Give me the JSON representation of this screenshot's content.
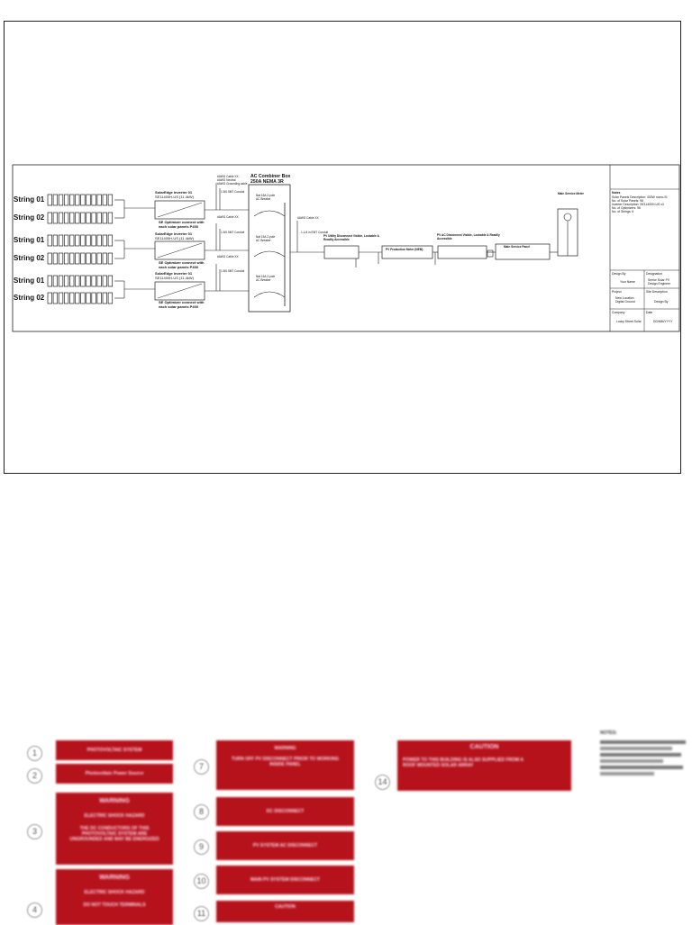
{
  "strings": [
    "String 01",
    "String 02",
    "String 01",
    "String 02",
    "String 01",
    "String 02"
  ],
  "ac_box": {
    "title": "AC Combiner Box",
    "subtitle": "250A NEMA 3R",
    "breaker": "Nat 15A 2-pole AC Breaker"
  },
  "inverters": [
    {
      "name": "SolarEdge Inverter 01",
      "model": "SE11400H-US (11.4kW)",
      "optimizer": "SE Optimizer connect with each solar panels P400"
    },
    {
      "name": "SolarEdge Inverter 01",
      "model": "SE11400H-US (11.4kW)",
      "optimizer": "SE Optimizer connect with each solar panels P400"
    },
    {
      "name": "SolarEdge Inverter 01",
      "model": "SE11400H-US (11.4kW)",
      "optimizer": "SE Optimizer connect with each solar panels P400"
    }
  ],
  "cable_notes": [
    "#AWG Cable XX",
    "#AWG Neutral",
    "#AWG Grounding cable",
    "1.5/0.5MT Conduit"
  ],
  "combiner_out": "1-1/4 in EMT Conduit",
  "pv_disconnect": "PV Utility Disconnect Visible, Lockable & Readily Accessible",
  "pv_meter": "PV Production Meter (NEM)",
  "pv_ac_disconnect": "PV AC Disconnect Visible, Lockable & Readily Accessible",
  "main_panel": "Main Service Panel",
  "main_meter": "Main Service Meter",
  "title_block": {
    "notes_label": "Notes",
    "notes": [
      "Solar Panels Description: 400W mono-Si",
      "No. of Solar Panels: 96",
      "Inverter Description: SE11400H-US x3",
      "No. of Optimizers: 96",
      "No. of Strings: 6"
    ],
    "design_by_label": "Design By",
    "design_by": "Your Name",
    "designation_label": "Designation",
    "designation": "Senior Solar PV Design Engineer",
    "project_label": "Project",
    "project": "New Location Digital Ground",
    "description_label": "Site Description",
    "description": "Design By",
    "company_label": "Company",
    "company": "Lucky Street Solar",
    "date_label": "Date",
    "date": "DD/MM/YYYY"
  },
  "signs": {
    "s1": "PHOTOVOLTAIC SYSTEM",
    "s2": "Photovoltaic Power Source",
    "s3_top": "WARNING",
    "s3_sub": "ELECTRIC SHOCK HAZARD",
    "s3_body": "THE DC CONDUCTORS OF THIS PHOTOVOLTAIC SYSTEM ARE UNGROUNDED AND MAY BE ENERGIZED",
    "s4_top": "WARNING",
    "s4_sub": "ELECTRIC SHOCK HAZARD",
    "s4_body": "DO NOT TOUCH TERMINALS",
    "s7_top": "WARNING",
    "s7_body": "TURN OFF PV DISCONNECT PRIOR TO WORKING INSIDE PANEL",
    "s8": "DC DISCONNECT",
    "s9": "PV SYSTEM AC DISCONNECT",
    "s10": "MAIN PV SYSTEM DISCONNECT",
    "s11": "CAUTION",
    "s14_title": "CAUTION",
    "s14_body": "POWER TO THIS BUILDING IS ALSO SUPPLIED FROM A ROOF MOUNTED SOLAR ARRAY"
  },
  "sign_numbers": [
    "1",
    "2",
    "3",
    "4",
    "7",
    "8",
    "9",
    "10",
    "11",
    "14"
  ],
  "notes_title": "NOTES:"
}
